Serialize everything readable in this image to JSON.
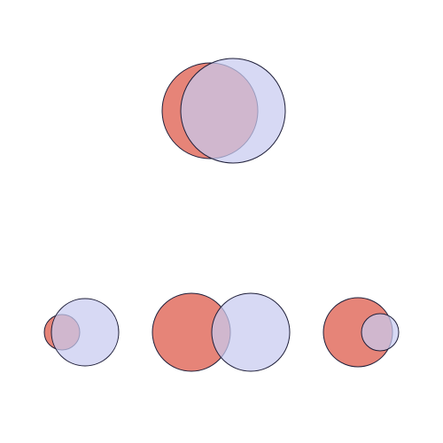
{
  "colors": {
    "red": "#e0695a",
    "blue": "#c8cbf0",
    "overlap": "#c47a8e",
    "stroke": "#1f1f3a",
    "background": "#ffffff"
  },
  "diagrams": [
    {
      "id": "top",
      "description_count": 2
    },
    {
      "id": "bottom-left",
      "description_count": 2
    },
    {
      "id": "bottom-middle",
      "description_count": 2
    },
    {
      "id": "bottom-right",
      "description_count": 2
    }
  ]
}
